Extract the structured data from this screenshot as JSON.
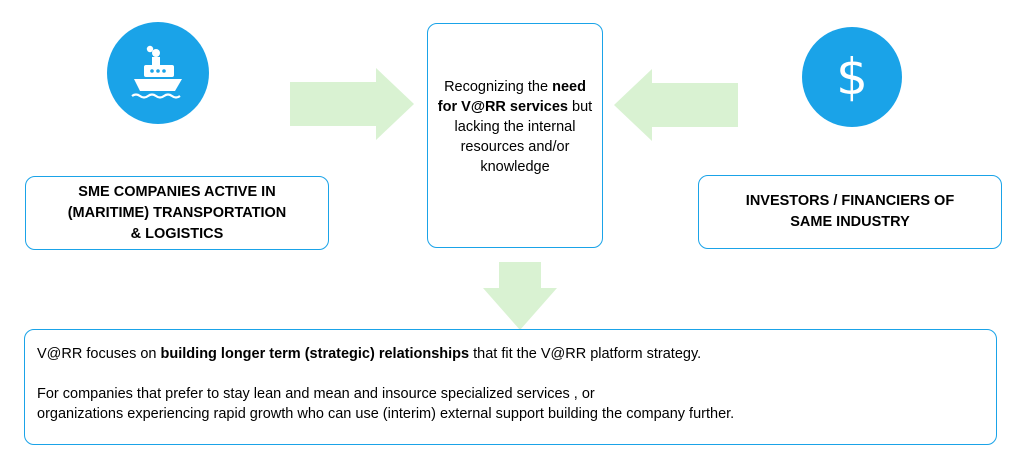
{
  "colors": {
    "accent": "#1aa3e8",
    "arrow": "#d9f2d2",
    "border": "#1aa3e8"
  },
  "icons": {
    "left": "ship-icon",
    "right": "dollar-icon"
  },
  "left_box": {
    "lines": [
      "SME COMPANIES ACTIVE IN",
      "(MARITIME) TRANSPORTATION",
      "& LOGISTICS"
    ]
  },
  "right_box": {
    "lines": [
      "INVESTORS / FINANCIERS OF",
      "SAME INDUSTRY"
    ]
  },
  "center_box": {
    "text_pre": "Recognizing the",
    "bold": "need for V@RR services",
    "text_post": "but lacking the internal resources and/or knowledge"
  },
  "right_icon_glyph": "$",
  "bottom_box": {
    "line1_pre": "V@RR focuses on",
    "line1_bold": "building longer term (strategic) relationships",
    "line1_post": "that fit the V@RR platform strategy.",
    "line2": "For companies that prefer to stay lean and mean and insource specialized services , or",
    "line3": "organizations experiencing rapid growth who can use (interim) external support building the company further."
  }
}
